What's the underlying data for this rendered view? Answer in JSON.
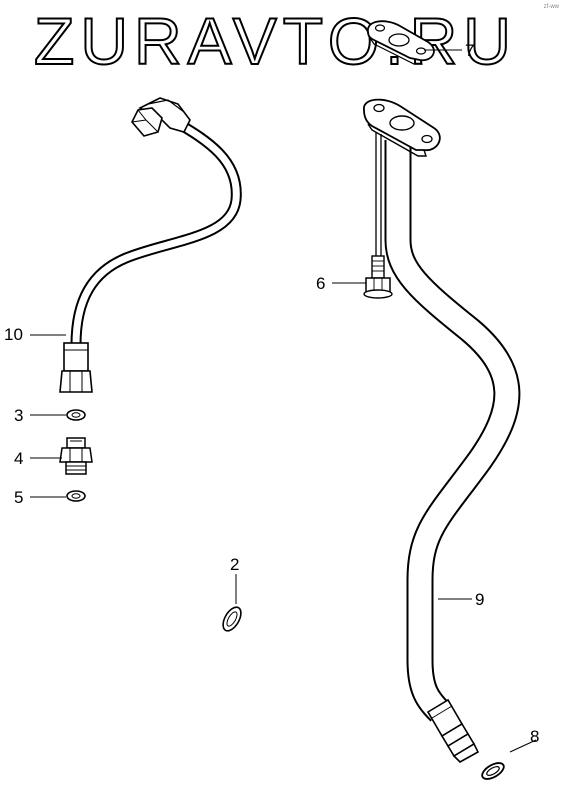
{
  "watermark": {
    "text": "ZURAVTO.RU"
  },
  "corner_mark": {
    "text": "zf-ww"
  },
  "callouts": [
    {
      "id": "10",
      "part": "oil-feed-pipe"
    },
    {
      "id": "3",
      "part": "upper-washer"
    },
    {
      "id": "4",
      "part": "union-adapter"
    },
    {
      "id": "5",
      "part": "lower-washer"
    },
    {
      "id": "2",
      "part": "gasket"
    },
    {
      "id": "6",
      "part": "bolt"
    },
    {
      "id": "7",
      "part": "flange-gasket"
    },
    {
      "id": "9",
      "part": "oil-return-pipe"
    },
    {
      "id": "8",
      "part": "o-ring"
    }
  ],
  "colors": {
    "line": "#000000",
    "background": "#ffffff",
    "fill": "#ffffff"
  }
}
